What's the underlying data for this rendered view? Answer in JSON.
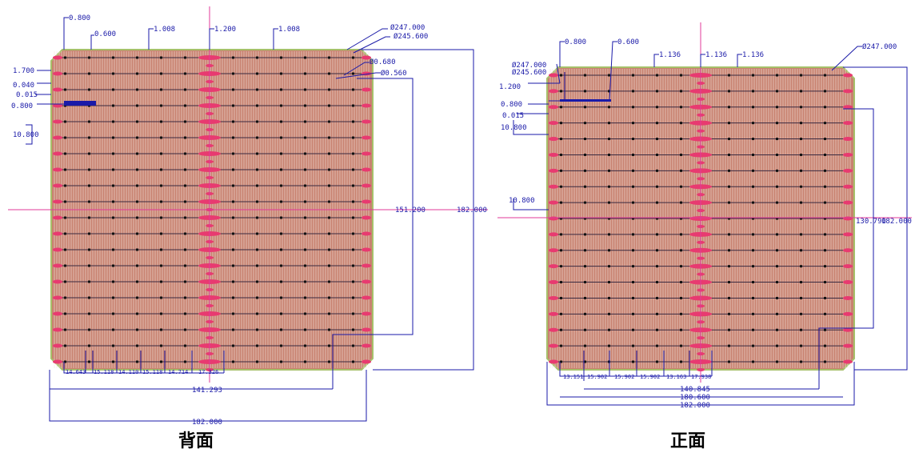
{
  "captions": {
    "back": "背面",
    "front": "正面"
  },
  "colors": {
    "cell_fill": "#c88270",
    "cell_border": "#a6c06a",
    "dimension": "#1a1aa8",
    "center_line": "#e0399a",
    "pad": "#e83a70"
  },
  "back": {
    "dims": {
      "top_0_800": "0.800",
      "top_0_600": "0.600",
      "top_1_008_left": "1.008",
      "top_1_200": "1.200",
      "top_1_008_right": "1.008",
      "diam_247": "Ø247.000",
      "diam_245": "Ø245.600",
      "diam_0_680": "Ø0.680",
      "diam_0_560": "Ø0.560",
      "left_1_700": "1.700",
      "left_0_040": "0.040",
      "left_0_015": "0.015",
      "left_0_800": "0.800",
      "left_10_800": "10.800",
      "right_151": "151.200",
      "right_182": "182.000",
      "b1": "14.643",
      "b2": "15.118",
      "b3": "14.110",
      "b4": "15.118",
      "b5": "14.714",
      "b6": "17.326",
      "total_141": "141.293",
      "total_182": "182.000"
    }
  },
  "front": {
    "dims": {
      "top_0_800": "0.800",
      "top_0_600": "0.600",
      "top_1_136_a": "1.136",
      "top_1_136_b": "1.136",
      "top_1_136_c": "1.136",
      "diam_247_left": "Ø247.000",
      "diam_245": "Ø245.600",
      "diam_247_right": "Ø247.000",
      "left_1_200": "1.200",
      "left_0_800": "0.800",
      "left_0_015": "0.015",
      "left_10_800_a": "10.800",
      "left_10_800_b": "10.800",
      "right_130": "130.790",
      "right_182": "182.000",
      "b1": "13.151",
      "b2": "15.902",
      "b3": "15.902",
      "b4": "15.902",
      "b5": "13.163",
      "b6": "17.938",
      "total_140": "140.845",
      "total_180": "180.600",
      "total_182": "182.000"
    }
  }
}
